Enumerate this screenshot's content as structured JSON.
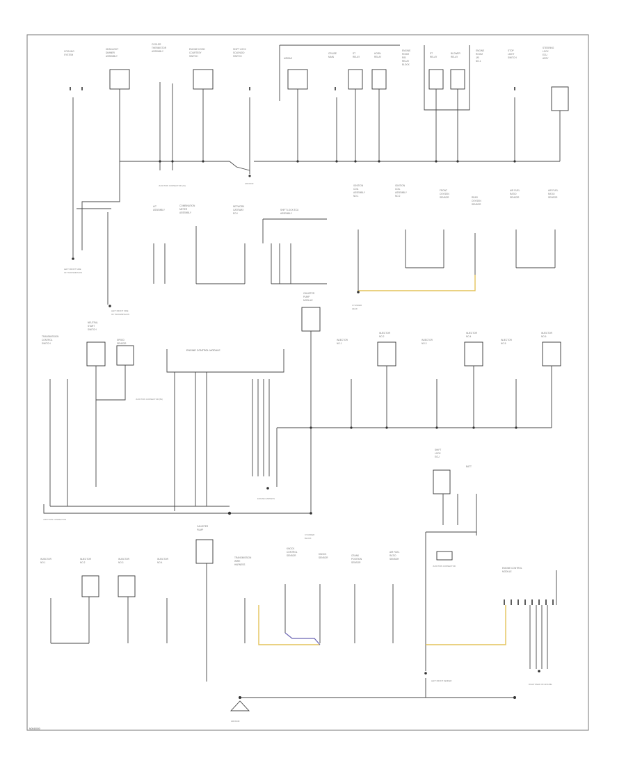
{
  "diagram": {
    "doc_code": "N0040000",
    "labels": {
      "ecm": "ENGINE CONTROL MODULE",
      "jc_top": "JUNCTION CONNECTOR (A1)",
      "jc_mid": "JUNCTION CONNECTOR (B1)",
      "jc_right": "JUNCTION CONNECTOR",
      "ground_top": "GROUND (TOP)",
      "ground_bottom": "GROUND",
      "ground_right": "LEFT FRONT FENDER",
      "ground_mid": "CYLINDER BLOCK",
      "ground_left": "LEFT FRONT SIDE OF TRANSMISSION",
      "ground_center": "ENGINE HARNESS",
      "ground_lower_right": "RIGHT REAR OF ENGINE"
    }
  }
}
